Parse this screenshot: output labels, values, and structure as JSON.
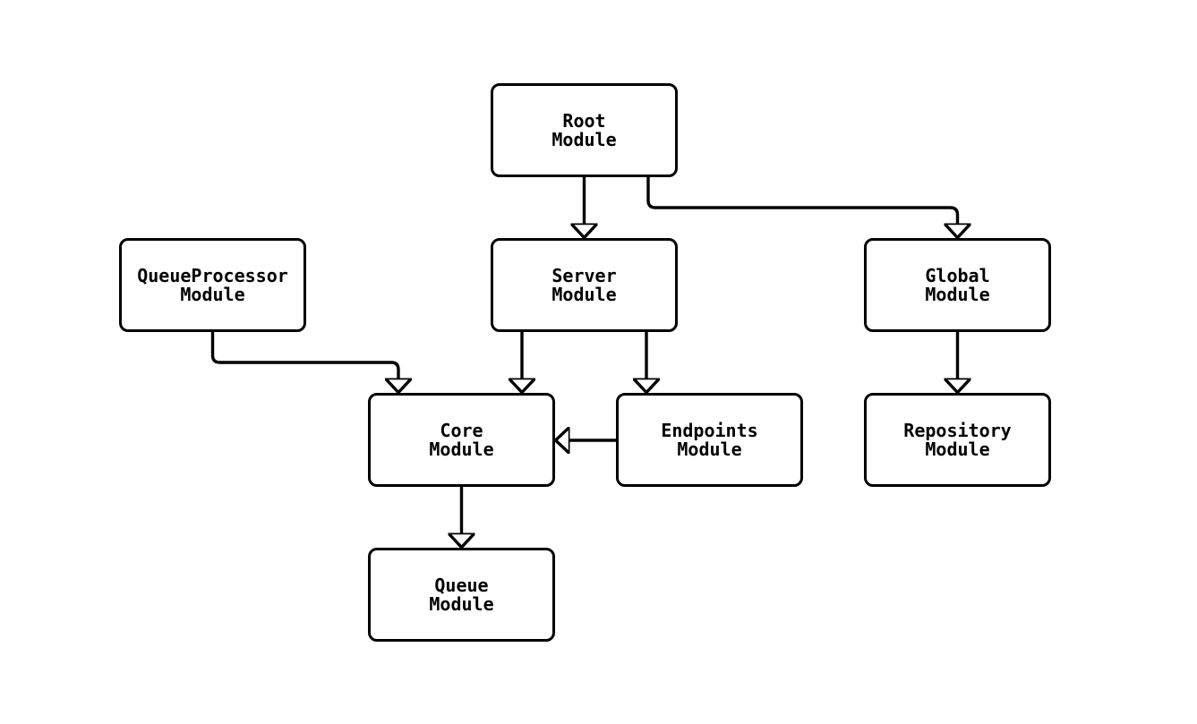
{
  "diagram": {
    "type": "flowchart",
    "direction": "top-down",
    "colors": {
      "stroke": "#000000",
      "node_fill": "#ffffff",
      "background": "#ffffff",
      "text": "#000000"
    },
    "nodes": {
      "root": {
        "line1": "Root",
        "line2": "Module"
      },
      "queue_processor": {
        "line1": "QueueProcessor",
        "line2": "Module"
      },
      "server": {
        "line1": "Server",
        "line2": "Module"
      },
      "global": {
        "line1": "Global",
        "line2": "Module"
      },
      "core": {
        "line1": "Core",
        "line2": "Module"
      },
      "endpoints": {
        "line1": "Endpoints",
        "line2": "Module"
      },
      "repository": {
        "line1": "Repository",
        "line2": "Module"
      },
      "queue": {
        "line1": "Queue",
        "line2": "Module"
      }
    },
    "edges": [
      {
        "from": "root",
        "to": "server"
      },
      {
        "from": "root",
        "to": "global"
      },
      {
        "from": "queue_processor",
        "to": "core"
      },
      {
        "from": "server",
        "to": "core"
      },
      {
        "from": "server",
        "to": "endpoints"
      },
      {
        "from": "endpoints",
        "to": "core"
      },
      {
        "from": "global",
        "to": "repository"
      },
      {
        "from": "core",
        "to": "queue"
      }
    ]
  }
}
